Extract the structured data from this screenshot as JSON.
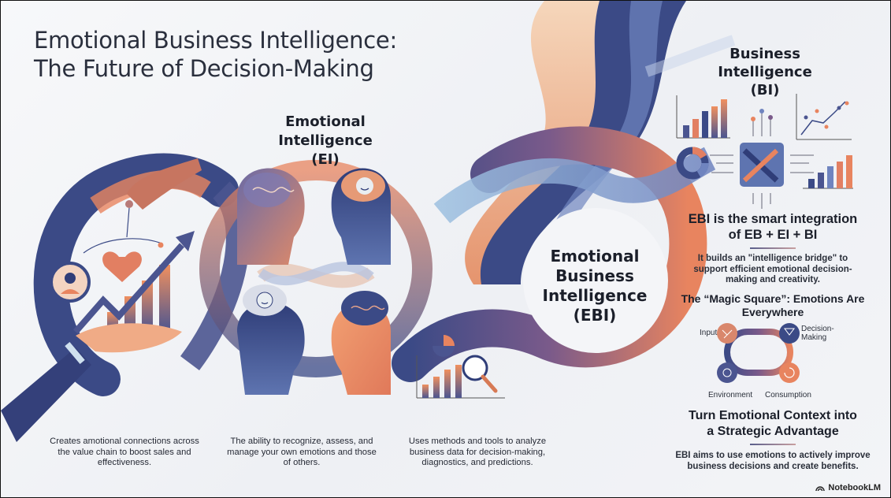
{
  "title": {
    "line1": "Emotional Business Intelligence:",
    "line2": "The Future of Decision-Making"
  },
  "sections": {
    "eb": {
      "caption": "Creates amotional connections across the value chain to boost sales and effectiveness.",
      "icons": [
        "giving-hand-icon",
        "receiving-hand-icon",
        "heart-icon",
        "person-avatar-icon",
        "growth-arrow-icon",
        "bar-chart-icon"
      ]
    },
    "ei": {
      "heading": "Emotional Intelligence (EI)",
      "caption": "The ability to recognize, assess, and manage your own emotions and those of others.",
      "icons": [
        "head-profile-icon",
        "brain-icon",
        "smiley-icon"
      ]
    },
    "ebi": {
      "heading": "Emotional Business Intelligence (EBI)",
      "caption": "Uses methods and tools to analyze business data for decision-making, diagnostics, and predictions.",
      "icons": [
        "pie-chart-icon",
        "bar-chart-icon",
        "magnifier-icon"
      ]
    },
    "bi": {
      "heading": "Business Intelligence (BI)",
      "icons": [
        "bar-chart-icon",
        "scatter-plot-icon",
        "donut-chart-icon",
        "processor-chip-icon"
      ]
    }
  },
  "integration": {
    "title": "EBI is the smart integration of EB + EI + BI",
    "body": "It builds an \"intelligence bridge\" to support efficient emotional decision-making and creativity."
  },
  "magic_square": {
    "title": "The “Magic Square”: Emotions Are Everywhere",
    "nodes": [
      {
        "label": "Input",
        "icon": "network-nodes-icon"
      },
      {
        "label": "Decision-Making",
        "icon": "decision-icon"
      },
      {
        "label": "Environment",
        "icon": "globe-arrows-icon"
      },
      {
        "label": "Consumption",
        "icon": "refresh-cycle-icon"
      }
    ]
  },
  "advantage": {
    "title": "Turn Emotional Context into a Strategic Advantage",
    "body": "EBI aims to use emotions to actively improve business decisions and create benefits."
  },
  "brand": {
    "label": "NotebookLM"
  },
  "colors": {
    "navy": "#3b4a86",
    "indigo": "#4b4f8f",
    "orange": "#e8845f",
    "peach": "#f3c7a5",
    "sky": "#8fb3d6",
    "text": "#1b1f2a"
  }
}
